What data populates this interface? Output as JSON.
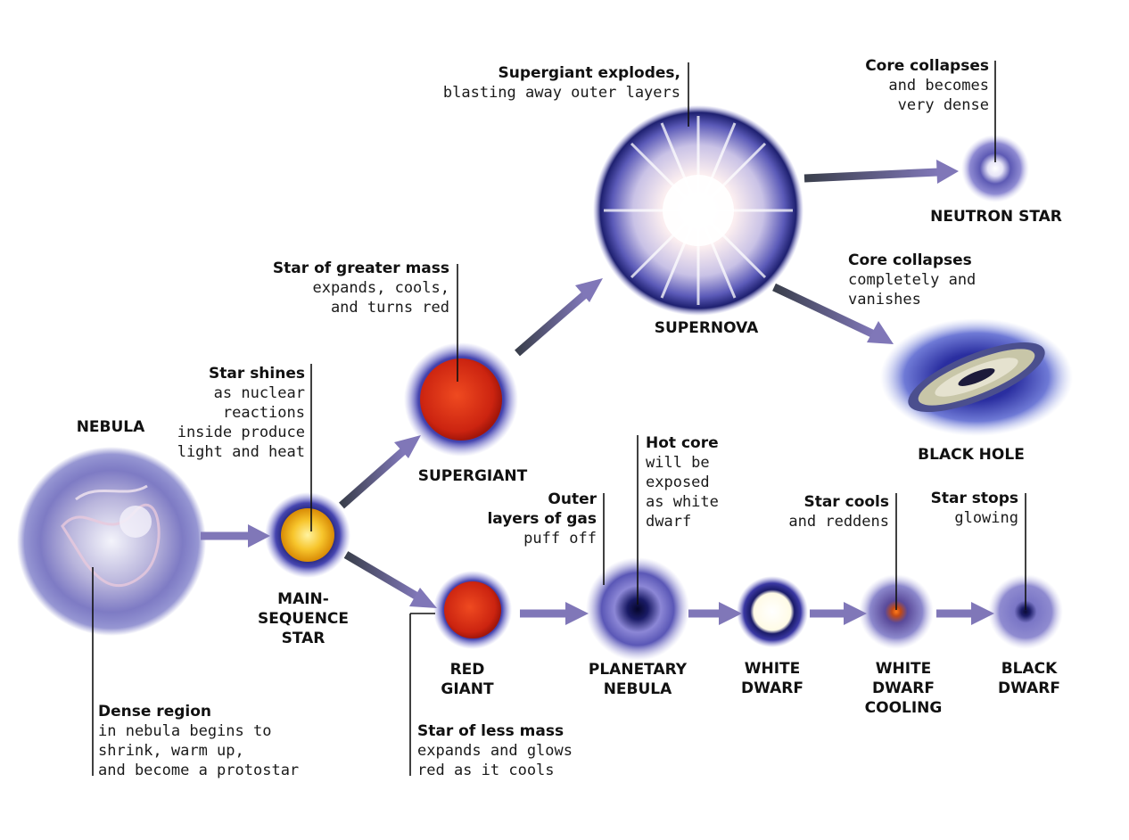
{
  "colors": {
    "arrow": "#8077b8",
    "arrow_dark": "#3a3f4c",
    "halo": "#3b3a9e",
    "red_star": "#d42a10",
    "yellow_star": "#f2a60a"
  },
  "objects": {
    "nebula": "NEBULA",
    "main_sequence": [
      "MAIN-",
      "SEQUENCE",
      "STAR"
    ],
    "supergiant": "SUPERGIANT",
    "supernova": "SUPERNOVA",
    "neutron_star": "NEUTRON STAR",
    "black_hole": "BLACK HOLE",
    "red_giant": [
      "RED",
      "GIANT"
    ],
    "planetary_nebula": [
      "PLANETARY",
      "NEBULA"
    ],
    "white_dwarf": [
      "WHITE",
      "DWARF"
    ],
    "white_dwarf_cooling": [
      "WHITE",
      "DWARF",
      "COOLING"
    ],
    "black_dwarf": [
      "BLACK",
      "DWARF"
    ]
  },
  "notes": {
    "dense_region": {
      "head": "Dense region",
      "lines": [
        "in nebula begins to",
        "shrink, warm up,",
        "and become a protostar"
      ]
    },
    "star_shines": {
      "head": "Star shines",
      "lines": [
        "as nuclear",
        "reactions",
        "inside produce",
        "light and heat"
      ]
    },
    "greater_mass": {
      "head": "Star of greater mass",
      "lines": [
        "expands, cools,",
        "and turns red"
      ]
    },
    "supergiant_explodes": {
      "head": "Supergiant explodes,",
      "lines": [
        "blasting away outer layers"
      ]
    },
    "core_dense": {
      "head": "Core collapses",
      "lines": [
        "and becomes",
        "very dense"
      ]
    },
    "core_vanishes": {
      "head": "Core collapses",
      "lines": [
        "completely and",
        "vanishes"
      ]
    },
    "less_mass": {
      "head": "Star of less mass",
      "lines": [
        "expands and glows",
        "red as it cools"
      ]
    },
    "outer_layers": {
      "head_lines": [
        "Outer",
        "layers of gas"
      ],
      "lines": [
        "puff off"
      ]
    },
    "hot_core": {
      "head": "Hot core",
      "lines": [
        "will be",
        "exposed",
        "as white",
        "dwarf"
      ]
    },
    "star_cools": {
      "head": "Star cools",
      "lines": [
        "and reddens"
      ]
    },
    "star_stops": {
      "head": "Star stops",
      "lines": [
        "glowing"
      ]
    }
  }
}
